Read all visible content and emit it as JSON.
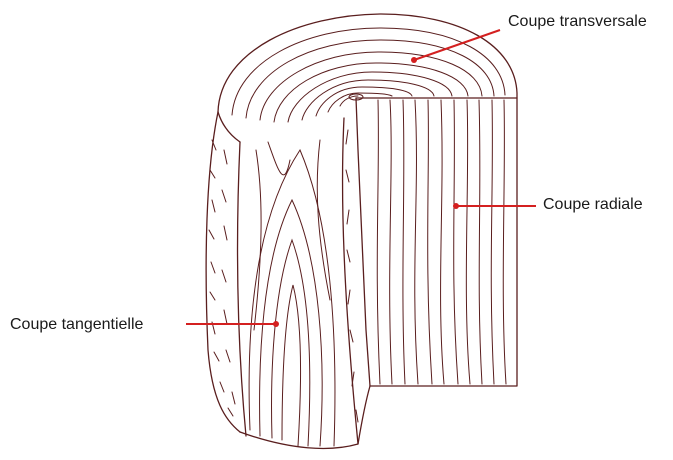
{
  "diagram": {
    "labels": {
      "transversale": "Coupe transversale",
      "radiale": "Coupe radiale",
      "tangentielle": "Coupe tangentielle"
    },
    "colors": {
      "ink": "#5a1e1e",
      "leader": "#d42020",
      "background": "#ffffff"
    }
  }
}
